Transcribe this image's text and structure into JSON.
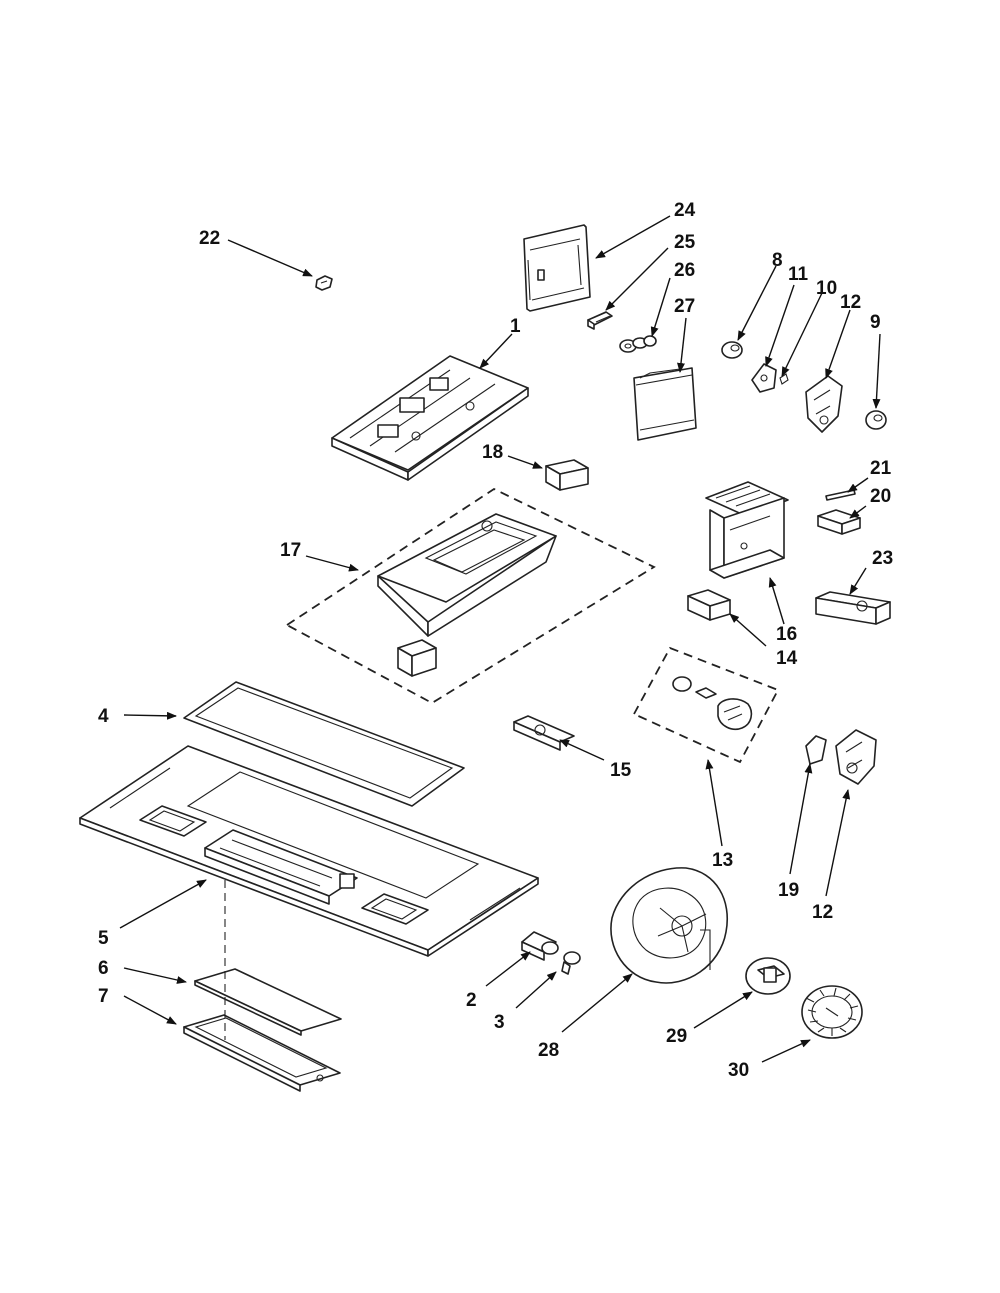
{
  "callouts": {
    "c1": "1",
    "c2": "2",
    "c3": "3",
    "c4": "4",
    "c5": "5",
    "c6": "6",
    "c7": "7",
    "c8": "8",
    "c9": "9",
    "c10": "10",
    "c11": "11",
    "c12a": "12",
    "c12b": "12",
    "c13": "13",
    "c14": "14",
    "c15": "15",
    "c16": "16",
    "c17": "17",
    "c18": "18",
    "c19": "19",
    "c20": "20",
    "c21": "21",
    "c22": "22",
    "c23": "23",
    "c24": "24",
    "c25": "25",
    "c26": "26",
    "c27": "27",
    "c28": "28",
    "c29": "29",
    "c30": "30"
  }
}
